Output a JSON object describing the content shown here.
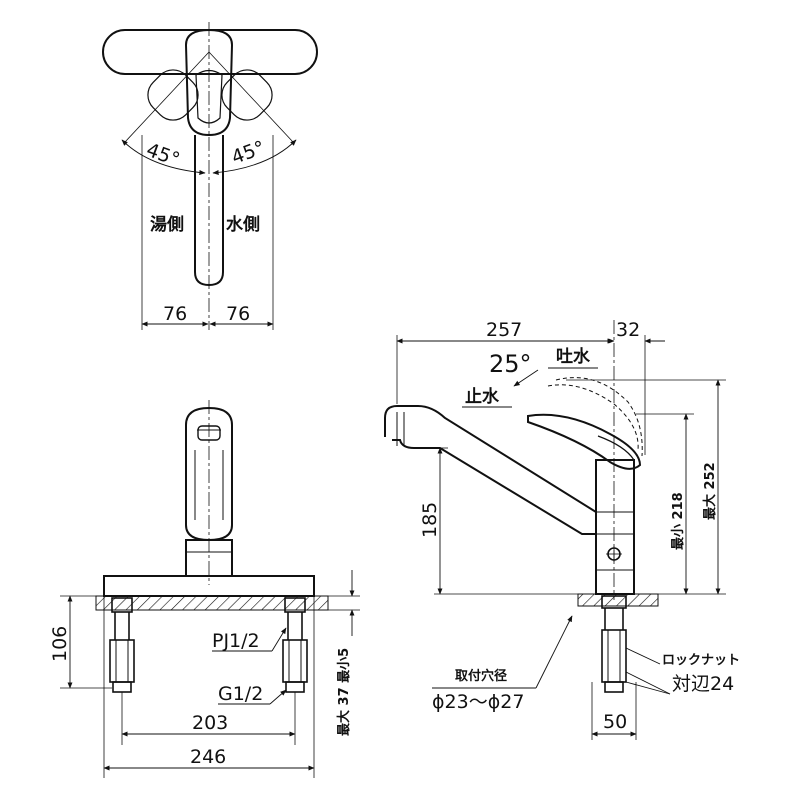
{
  "top_view": {
    "angle_left": "45°",
    "angle_right": "45°",
    "hot_side": "湯側",
    "cold_side": "水側",
    "dim_left": "76",
    "dim_right": "76"
  },
  "front_view": {
    "height_106": "106",
    "pj": "PJ1/2",
    "g": "G1/2",
    "dim_203": "203",
    "dim_246": "246",
    "thickness": "最大 37 最小5"
  },
  "side_view": {
    "dim_257": "257",
    "dim_32": "32",
    "angle": "25°",
    "spout_water": "吐水",
    "stop_water": "止水",
    "dim_185": "185",
    "min_218": "最小 218",
    "max_252": "最大 252",
    "mount_hole_label": "取付穴径",
    "mount_hole_value": "ϕ23～ϕ27",
    "lock_nut": "ロックナット",
    "across_flats": "対辺24",
    "dim_50": "50"
  }
}
